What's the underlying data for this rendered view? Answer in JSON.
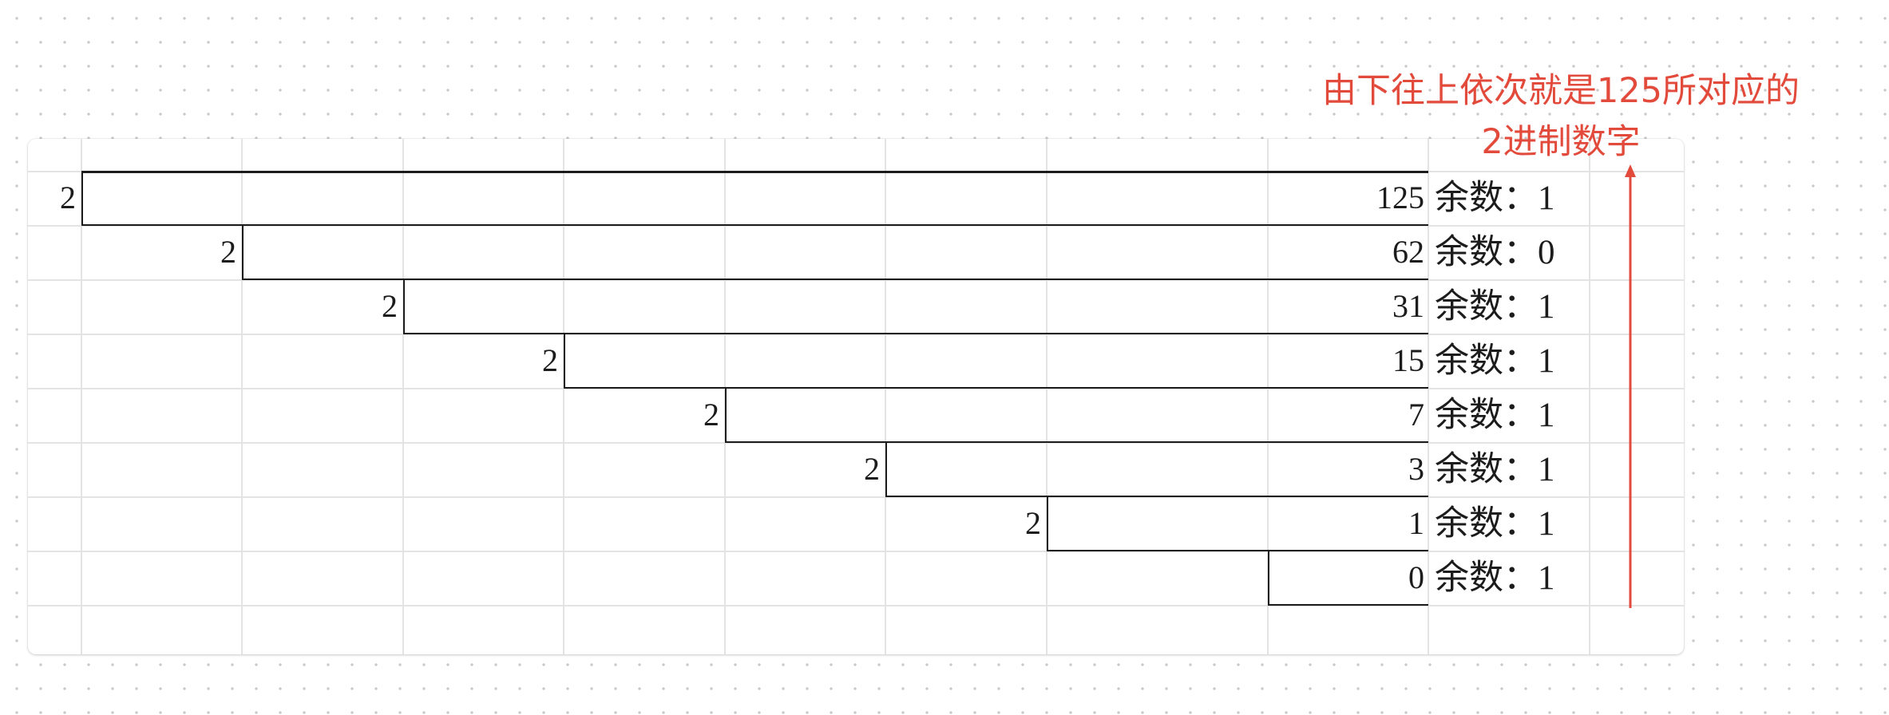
{
  "diagram": {
    "caption_line1": "由下往上依次就是125所对应的",
    "caption_line2": "2进制数字",
    "rows": [
      {
        "divisor": "2",
        "quotient": "125",
        "remainder": "余数：1"
      },
      {
        "divisor": "2",
        "quotient": "62",
        "remainder": "余数：0"
      },
      {
        "divisor": "2",
        "quotient": "31",
        "remainder": "余数：1"
      },
      {
        "divisor": "2",
        "quotient": "15",
        "remainder": "余数：1"
      },
      {
        "divisor": "2",
        "quotient": "7",
        "remainder": "余数：1"
      },
      {
        "divisor": "2",
        "quotient": "3",
        "remainder": "余数：1"
      },
      {
        "divisor": "2",
        "quotient": "1",
        "remainder": "余数：1"
      },
      {
        "divisor": "",
        "quotient": "0",
        "remainder": "余数：1"
      }
    ],
    "colors": {
      "accent": "#e24a3b",
      "ink": "#1c1c1c",
      "grid": "#e3e3e3"
    }
  }
}
